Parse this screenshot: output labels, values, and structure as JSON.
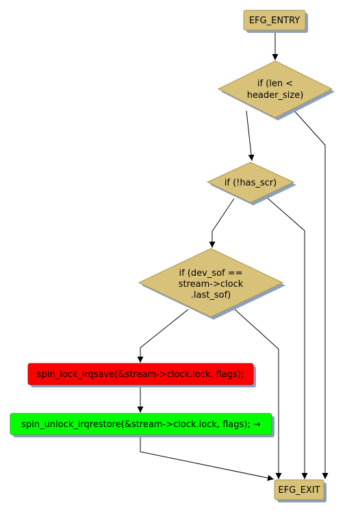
{
  "colors": {
    "tan": "#d8c27a",
    "tan_border": "#a8964f",
    "shadow": "#8c9fbd",
    "red": "#ff0000",
    "red_border": "#cc0000",
    "green": "#00ff00",
    "green_border": "#33aa33",
    "edge": "#000000"
  },
  "nodes": {
    "entry": {
      "label": "EFG_ENTRY"
    },
    "cond_len": {
      "lines": [
        "if (len <",
        "header_size)"
      ]
    },
    "cond_scr": {
      "lines": [
        "if (!has_scr)"
      ]
    },
    "cond_sof": {
      "lines": [
        "if (dev_sof ==",
        "stream->clock",
        ".last_sof)"
      ]
    },
    "lock": {
      "label": "spin_lock_irqsave(&stream->clock.lock, flags);"
    },
    "unlock": {
      "label": "spin_unlock_irqrestore(&stream->clock.lock, flags); →"
    },
    "exit": {
      "label": "EFG_EXIT"
    }
  }
}
